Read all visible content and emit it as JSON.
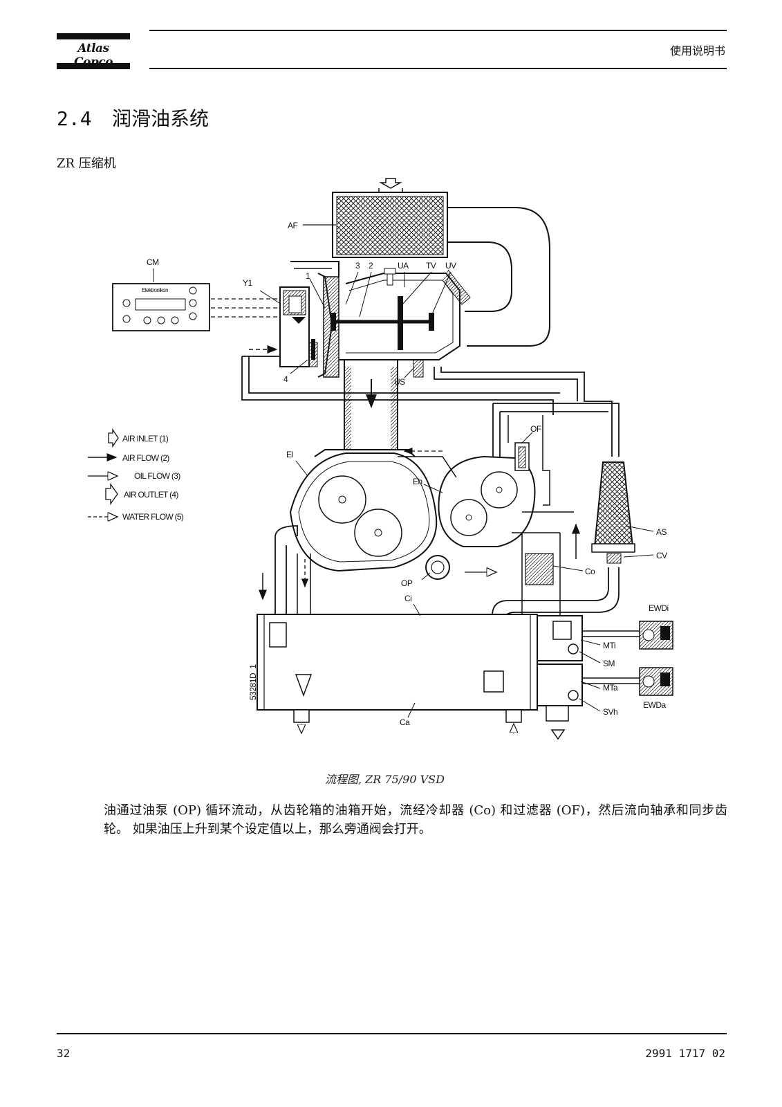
{
  "header": {
    "brand": "Atlas Copco",
    "doc_title": "使用说明书"
  },
  "section": {
    "number": "2.4",
    "title": "润滑油系统"
  },
  "subsection": "ZR 压缩机",
  "diagram": {
    "labels": {
      "af": "AF",
      "cm": "CM",
      "cm_panel": "Elektronikon",
      "y1": "Y1",
      "n1": "1",
      "n2": "2",
      "n3": "3",
      "n4": "4",
      "ua": "UA",
      "tv": "TV",
      "uv": "UV",
      "us": "US",
      "of": "OF",
      "el": "El",
      "eh": "Eh",
      "op": "OP",
      "ci": "Ci",
      "co": "Co",
      "as": "AS",
      "cv": "CV",
      "ewdi": "EWDi",
      "mti": "MTi",
      "sm": "SM",
      "mta": "MTa",
      "ewda": "EWDa",
      "svh": "SVh",
      "ca": "Ca",
      "drawing_id": "53281D_1"
    },
    "legend": {
      "air_inlet": "AIR INLET (1)",
      "air_flow": "AIR FLOW (2)",
      "oil_flow": "OIL FLOW (3)",
      "air_outlet": "AIR OUTLET (4)",
      "water_flow": "WATER FLOW (5)"
    },
    "caption": "流程图, ZR 75/90 VSD"
  },
  "body_text": "油通过油泵 (OP) 循环流动，从齿轮箱的油箱开始，流经冷却器 (Co) 和过滤器 (OF)，然后流向轴承和同步齿轮。 如果油压上升到某个设定值以上，那么旁通阀会打开。",
  "footer": {
    "page_number": "32",
    "doc_number": "2991 1717 02"
  }
}
